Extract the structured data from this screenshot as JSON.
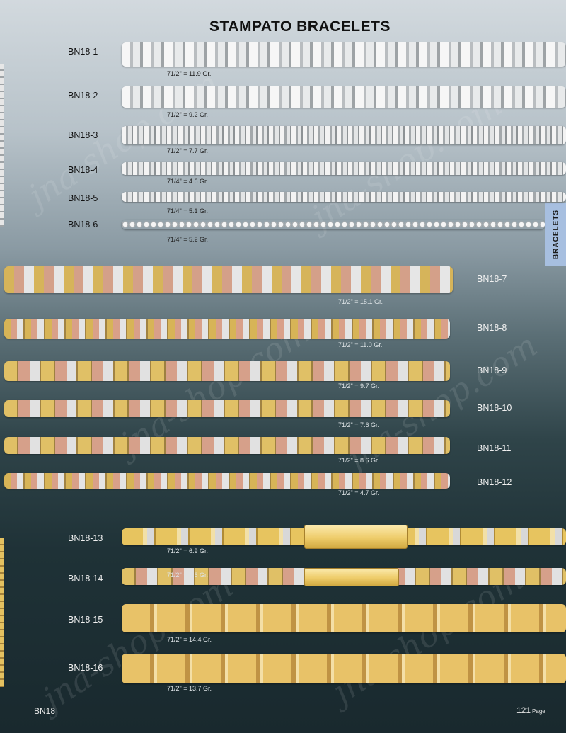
{
  "page": {
    "title": "STAMPATO BRACELETS",
    "side_tab": "BRACELETS",
    "footer_code": "BN18",
    "page_number": "121",
    "page_label": "Page"
  },
  "watermark": "jna-shop.com",
  "items": [
    {
      "code": "BN18-1",
      "weight": "71/2\" = 11.9 Gr."
    },
    {
      "code": "BN18-2",
      "weight": "71/2\" = 9.2 Gr."
    },
    {
      "code": "BN18-3",
      "weight": "71/2\" = 7.7 Gr."
    },
    {
      "code": "BN18-4",
      "weight": "71/4\" = 4.6 Gr."
    },
    {
      "code": "BN18-5",
      "weight": "71/4\" = 5.1 Gr."
    },
    {
      "code": "BN18-6",
      "weight": "71/4\" = 5.2 Gr."
    },
    {
      "code": "BN18-7",
      "weight": "71/2\" = 15.1 Gr."
    },
    {
      "code": "BN18-8",
      "weight": "71/2\" = 11.0 Gr."
    },
    {
      "code": "BN18-9",
      "weight": "71/2\" = 9.7 Gr."
    },
    {
      "code": "BN18-10",
      "weight": "71/2\" = 7.6 Gr."
    },
    {
      "code": "BN18-11",
      "weight": "71/2\" = 8.6 Gr."
    },
    {
      "code": "BN18-12",
      "weight": "71/2\" = 4.7 Gr."
    },
    {
      "code": "BN18-13",
      "weight": "71/2\" = 6.9 Gr."
    },
    {
      "code": "BN18-14",
      "weight": "71/2\" = 7.6 Gr."
    },
    {
      "code": "BN18-15",
      "weight": "71/2\" = 14.4 Gr."
    },
    {
      "code": "BN18-16",
      "weight": "71/2\" = 13.7 Gr."
    }
  ]
}
